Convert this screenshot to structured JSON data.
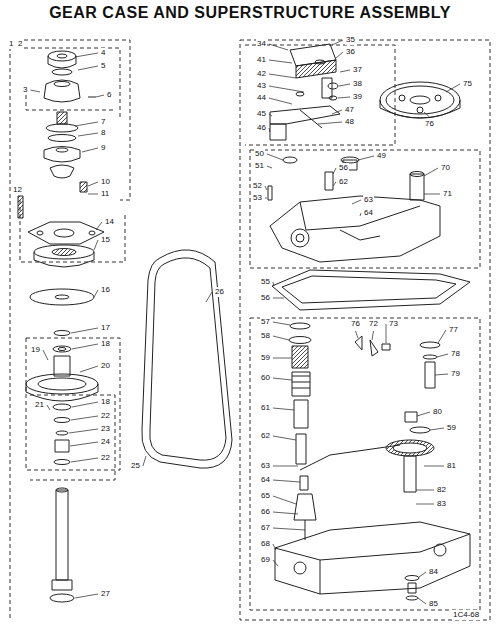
{
  "diagram": {
    "title": "GEAR CASE AND SUPERSTRUCTURE ASSEMBLY",
    "labels": [
      "1",
      "2",
      "4",
      "5",
      "3",
      "6",
      "7",
      "8",
      "9",
      "10",
      "11",
      "12",
      "14",
      "15",
      "16",
      "17",
      "18",
      "19",
      "20",
      "21",
      "18",
      "22",
      "23",
      "24",
      "22",
      "27",
      "26",
      "25",
      "34",
      "35",
      "36",
      "37",
      "38",
      "39",
      "41",
      "42",
      "43",
      "44",
      "45",
      "46",
      "47",
      "48",
      "75",
      "76",
      "49",
      "50",
      "51",
      "52",
      "53",
      "56",
      "62",
      "63",
      "64",
      "70",
      "71",
      "55",
      "56",
      "57",
      "58",
      "59",
      "60",
      "61",
      "62",
      "76",
      "72",
      "73",
      "77",
      "78",
      "79",
      "63",
      "64",
      "65",
      "66",
      "67",
      "68",
      "69",
      "80",
      "59",
      "81",
      "82",
      "83",
      "84",
      "85",
      "1C4-68"
    ]
  }
}
